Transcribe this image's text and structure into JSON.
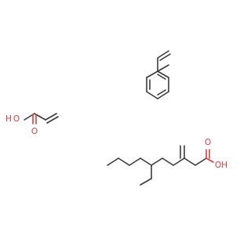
{
  "structure": {
    "molecules": [
      {
        "id": "styrene",
        "atom_labels": []
      },
      {
        "id": "acrylic-acid",
        "atom_labels": [
          "H",
          "O",
          "O"
        ]
      },
      {
        "id": "2-methylene-4-ethyloctanoic-acid",
        "atom_labels": [
          "O",
          "OH"
        ]
      }
    ]
  },
  "colors": {
    "bond": "#3a3a3a",
    "heteroatom": "#e03c3c",
    "background": "#ffffff"
  }
}
